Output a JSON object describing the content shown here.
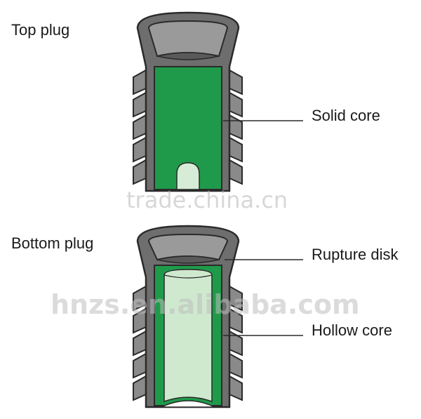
{
  "labels": {
    "top_plug": "Top plug",
    "bottom_plug": "Bottom plug",
    "solid_core": "Solid core",
    "rupture_disk": "Rupture disk",
    "hollow_core": "Hollow core"
  },
  "watermarks": {
    "primary": "trade.china.cn",
    "secondary": "hnzs.en.alibaba.com"
  },
  "colors": {
    "body": "#6e6e6e",
    "outline": "#2a2a2a",
    "rubber": "#888888",
    "solid_core": "#1f9a4a",
    "hollow_core_wall": "#1f9a4a",
    "hollow_core_fill": "#cfe9cf",
    "cap": "#6a6a6a"
  }
}
